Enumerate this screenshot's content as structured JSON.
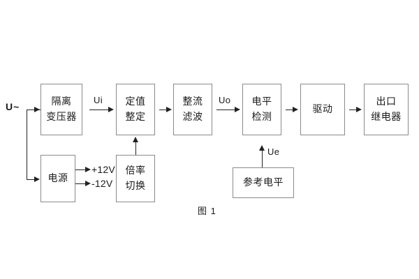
{
  "figure": {
    "caption": "图 1"
  },
  "input": {
    "source_label": "U~"
  },
  "blocks": [
    {
      "id": "isolation-transformer",
      "lines": [
        "隔离",
        "变压器"
      ]
    },
    {
      "id": "setting-value",
      "lines": [
        "定值",
        "整定"
      ]
    },
    {
      "id": "rectifier-filter",
      "lines": [
        "整流",
        "滤波"
      ]
    },
    {
      "id": "level-detection",
      "lines": [
        "电平",
        "检测"
      ]
    },
    {
      "id": "driver",
      "lines": [
        "驱动"
      ]
    },
    {
      "id": "output-relay",
      "lines": [
        "出口",
        "继电器"
      ]
    },
    {
      "id": "power-supply",
      "lines": [
        "电源"
      ]
    },
    {
      "id": "multiplier-switch",
      "lines": [
        "倍率",
        "切换"
      ]
    },
    {
      "id": "reference-level",
      "lines": [
        "参考电平"
      ]
    }
  ],
  "signals": {
    "ui": "Ui",
    "uo": "Uo",
    "ue": "Ue"
  },
  "power_rails": [
    {
      "id": "rail-positive",
      "label": "+12V"
    },
    {
      "id": "rail-negative",
      "label": "-12V"
    }
  ],
  "colors": {
    "box_border": "#8a8a8a",
    "connector": "#222222",
    "text": "#1a1a1a",
    "background": "#ffffff"
  }
}
